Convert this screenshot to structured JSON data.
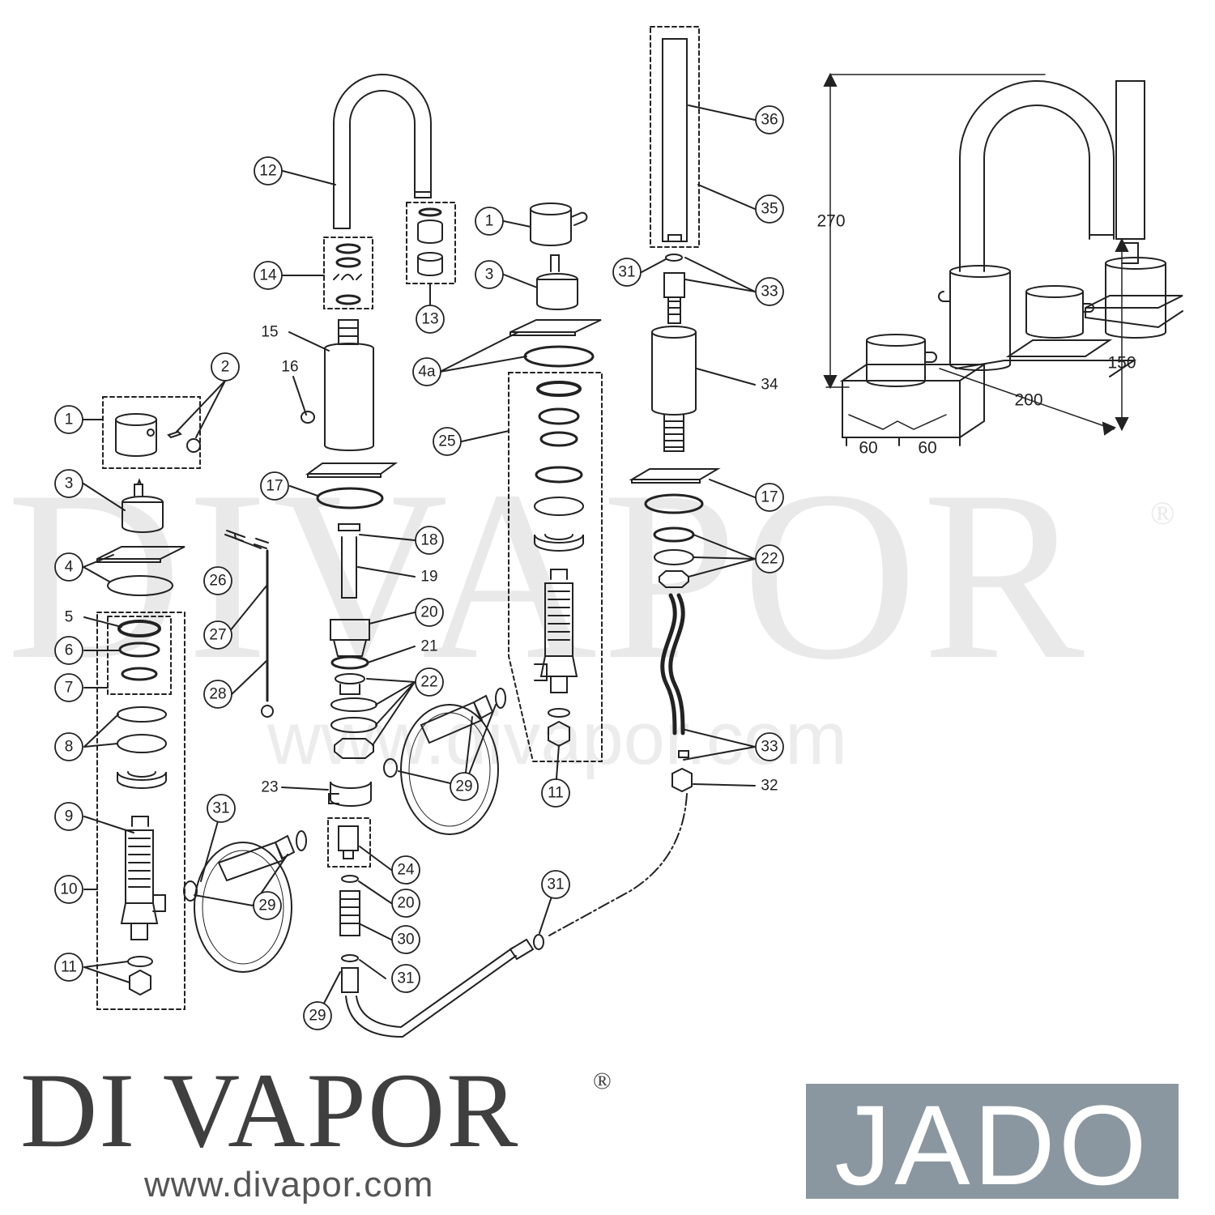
{
  "watermark": {
    "text": "DIVAPOR",
    "url": "www.divapor.com",
    "reg": "®"
  },
  "brand": {
    "name": "DI VAPOR",
    "reg": "®",
    "url": "www.divapor.com"
  },
  "maker": {
    "name": "JADO",
    "color": "#8b97a0"
  },
  "dimensions": {
    "height": "270",
    "width_a": "60",
    "width_b": "60",
    "span": "200",
    "depth": "150"
  },
  "parts": {
    "p1a": "1",
    "p2": "2",
    "p3a": "3",
    "p4": "4",
    "p5": "5",
    "p6": "6",
    "p7": "7",
    "p8": "8",
    "p9": "9",
    "p10": "10",
    "p11a": "11",
    "p12": "12",
    "p13": "13",
    "p14": "14",
    "p15": "15",
    "p16": "16",
    "p17a": "17",
    "p18": "18",
    "p19": "19",
    "p20a": "20",
    "p21": "21",
    "p22a": "22",
    "p23": "23",
    "p24": "24",
    "p20b": "20",
    "p26": "26",
    "p27": "27",
    "p28": "28",
    "p29a": "29",
    "p29b": "29",
    "p29c": "29",
    "p30": "30",
    "p31a": "31",
    "p31b": "31",
    "p31c": "31",
    "p31d": "31",
    "p1b": "1",
    "p3b": "3",
    "p4a": "4a",
    "p25": "25",
    "p11b": "11",
    "p36": "36",
    "p35": "35",
    "p33a": "33",
    "p34": "34",
    "p17b": "17",
    "p22b": "22",
    "p33b": "33",
    "p32": "32"
  },
  "colors": {
    "line": "#222222",
    "watermark": "#e9e9e9",
    "brand": "#3f3f3f"
  }
}
